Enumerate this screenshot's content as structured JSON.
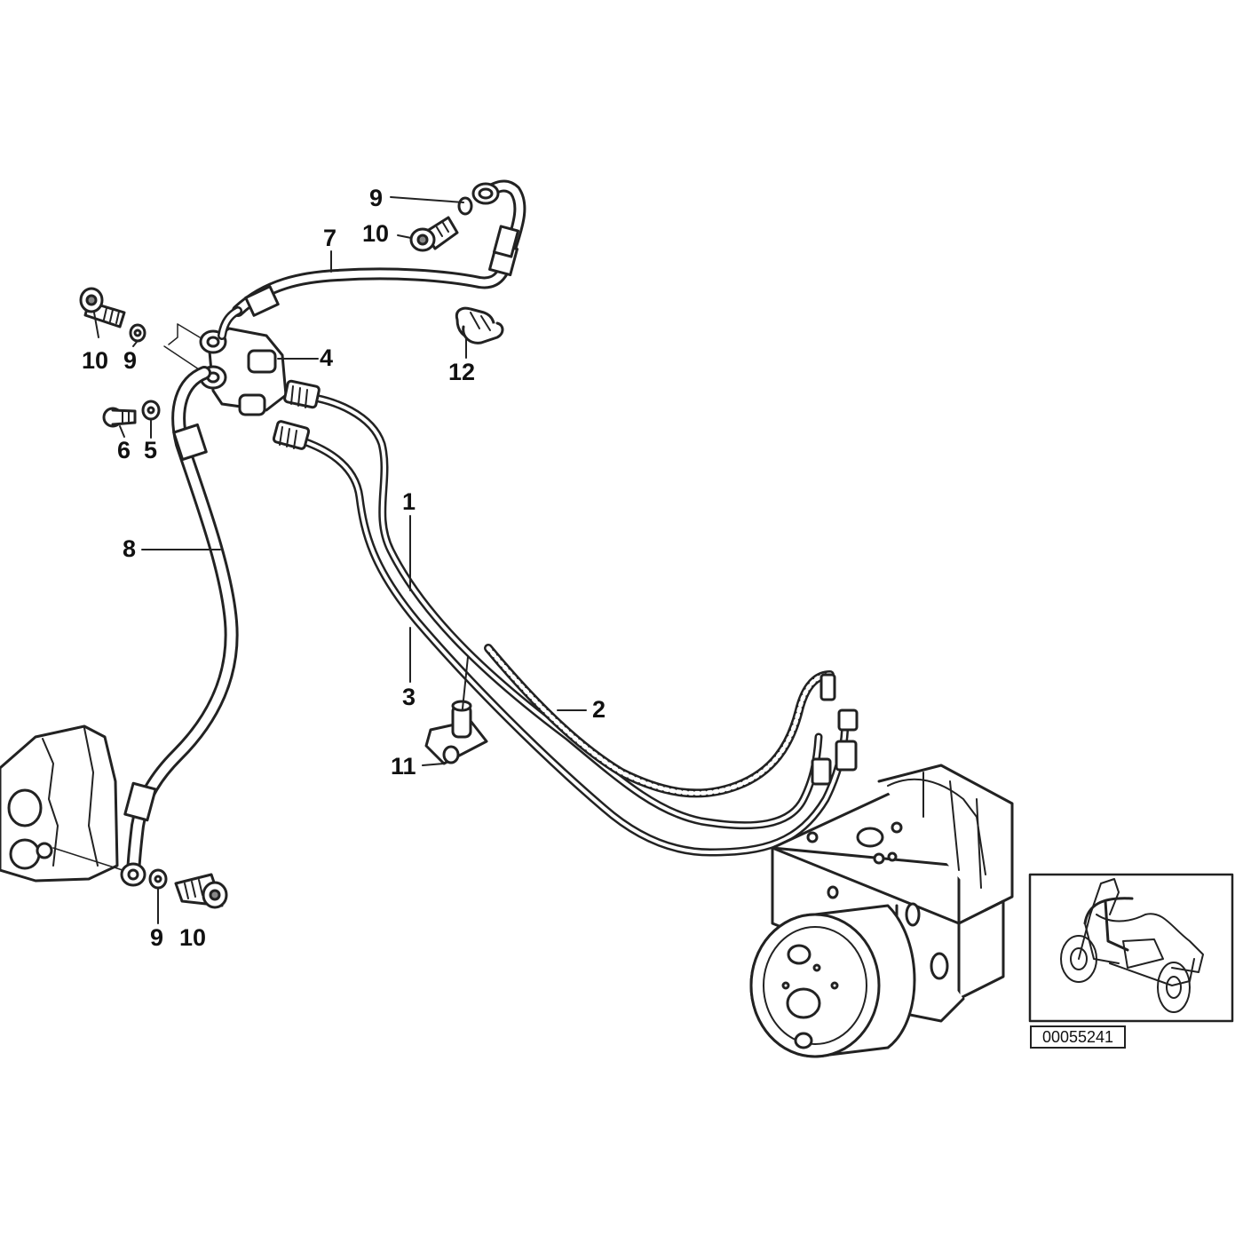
{
  "diagram": {
    "reference_number": "00055241",
    "callouts": {
      "c1": "1",
      "c2": "2",
      "c3": "3",
      "c4": "4",
      "c5": "5",
      "c6": "6",
      "c7": "7",
      "c8": "8",
      "c9_top": "9",
      "c10_top": "10",
      "c10_left": "10",
      "c9_left": "9",
      "c11": "11",
      "c12": "12",
      "c9_bottom": "9",
      "c10_bottom": "10"
    },
    "colors": {
      "line": "#222222",
      "fill": "#ffffff",
      "shade": "#cfcfcf"
    }
  }
}
